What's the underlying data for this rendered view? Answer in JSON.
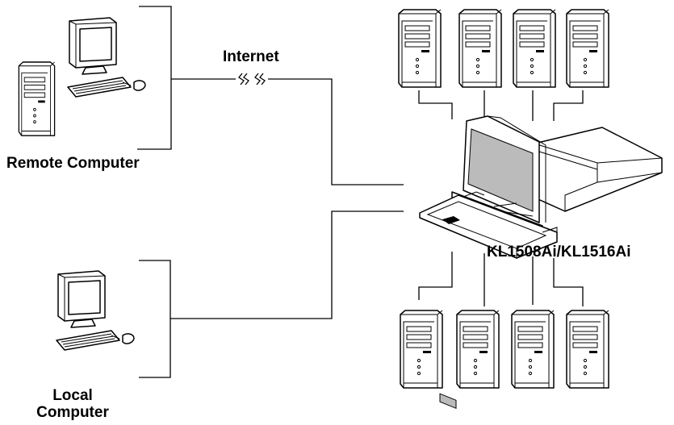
{
  "labels": {
    "remote_computer": "Remote Computer",
    "internet": "Internet",
    "kvm_model": "KL1508Ai/KL1516Ai",
    "local_computer": "Local Computer"
  },
  "icons": {
    "remote_computer": "desktop-computer-icon",
    "local_computer": "desktop-computer-icon",
    "server": "tower-server-icon",
    "kvm_switch": "lcd-kvm-drawer-icon",
    "internet": "network-break-icon"
  },
  "server_count": {
    "top_row": 4,
    "bottom_row": 4
  }
}
